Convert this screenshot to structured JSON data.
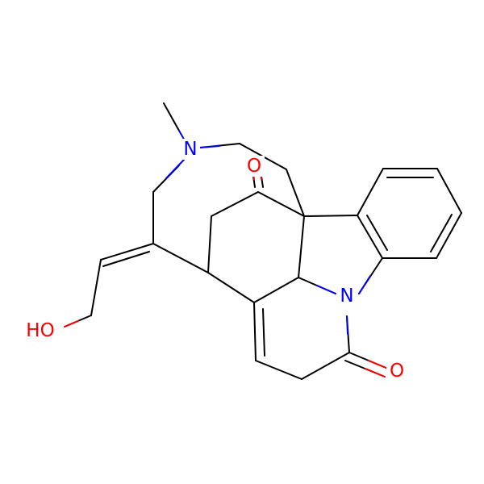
{
  "molecule": {
    "atoms": {
      "methyl_n": {
        "label": "N",
        "color": "#0000ff"
      },
      "indole_n": {
        "label": "N",
        "color": "#0000ff"
      },
      "ketone_o": {
        "label": "O",
        "color": "#ff0000"
      },
      "lactam_o": {
        "label": "O",
        "color": "#ff0000"
      },
      "hydroxyl": {
        "label": "HO",
        "color": "#ff0000"
      }
    },
    "bond_color": "#000000",
    "background": "#ffffff"
  }
}
